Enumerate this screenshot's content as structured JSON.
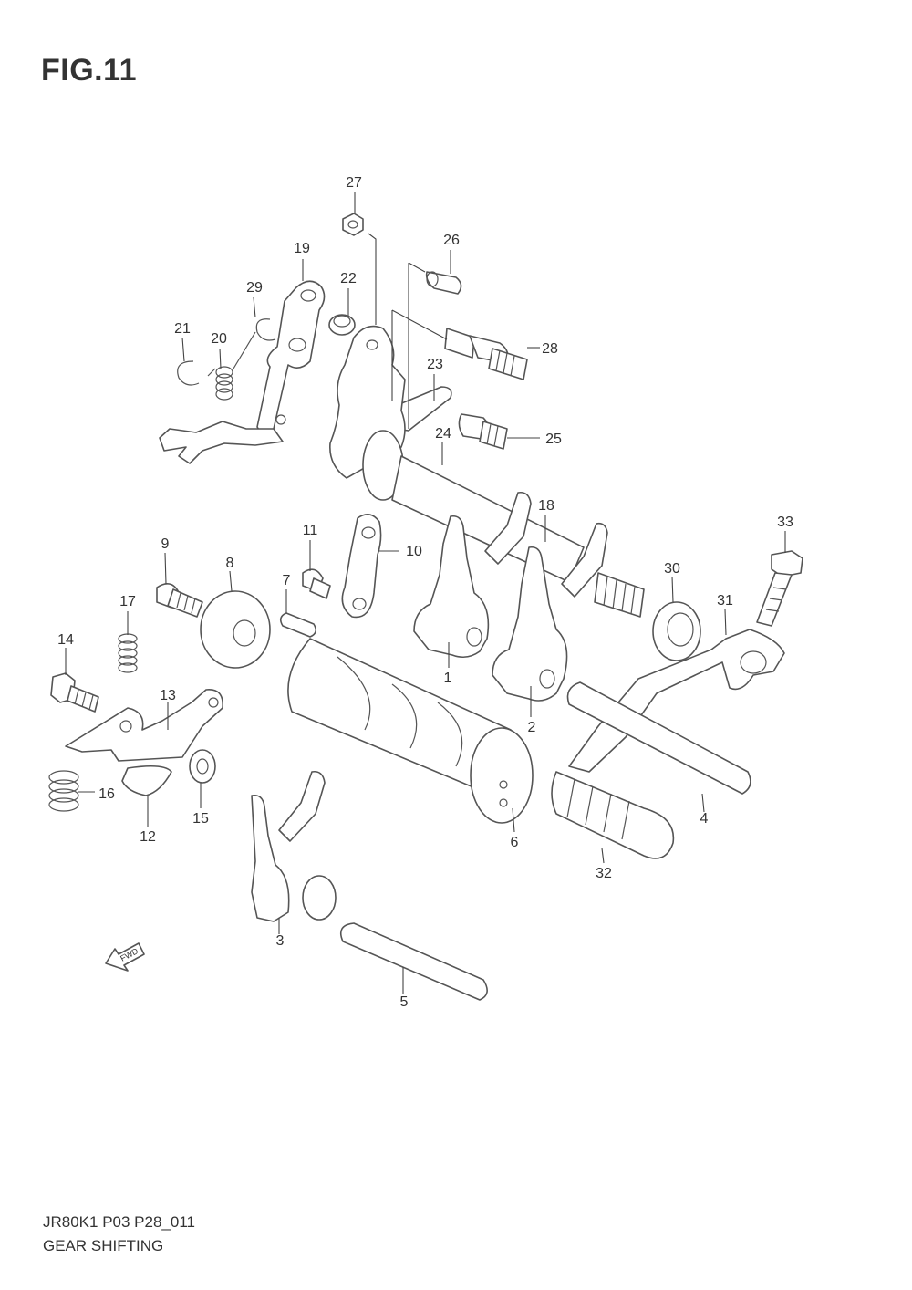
{
  "figure": {
    "title": "FIG.11",
    "code": "JR80K1 P03 P28_011",
    "name": "GEAR SHIFTING",
    "fwd_label": "FWD"
  },
  "parts": [
    {
      "id": "p1",
      "label": "1"
    },
    {
      "id": "p2",
      "label": "2"
    },
    {
      "id": "p3",
      "label": "3"
    },
    {
      "id": "p4",
      "label": "4"
    },
    {
      "id": "p5",
      "label": "5"
    },
    {
      "id": "p6",
      "label": "6"
    },
    {
      "id": "p7",
      "label": "7"
    },
    {
      "id": "p8",
      "label": "8"
    },
    {
      "id": "p9",
      "label": "9"
    },
    {
      "id": "p10",
      "label": "10"
    },
    {
      "id": "p11",
      "label": "11"
    },
    {
      "id": "p12",
      "label": "12"
    },
    {
      "id": "p13",
      "label": "13"
    },
    {
      "id": "p14",
      "label": "14"
    },
    {
      "id": "p15",
      "label": "15"
    },
    {
      "id": "p16",
      "label": "16"
    },
    {
      "id": "p17",
      "label": "17"
    },
    {
      "id": "p18",
      "label": "18"
    },
    {
      "id": "p19",
      "label": "19"
    },
    {
      "id": "p20",
      "label": "20"
    },
    {
      "id": "p21",
      "label": "21"
    },
    {
      "id": "p22",
      "label": "22"
    },
    {
      "id": "p23",
      "label": "23"
    },
    {
      "id": "p24",
      "label": "24"
    },
    {
      "id": "p25",
      "label": "25"
    },
    {
      "id": "p26",
      "label": "26"
    },
    {
      "id": "p27",
      "label": "27"
    },
    {
      "id": "p28",
      "label": "28"
    },
    {
      "id": "p29",
      "label": "29"
    },
    {
      "id": "p30",
      "label": "30"
    },
    {
      "id": "p31",
      "label": "31"
    },
    {
      "id": "p32",
      "label": "32"
    },
    {
      "id": "p33",
      "label": "33"
    }
  ]
}
